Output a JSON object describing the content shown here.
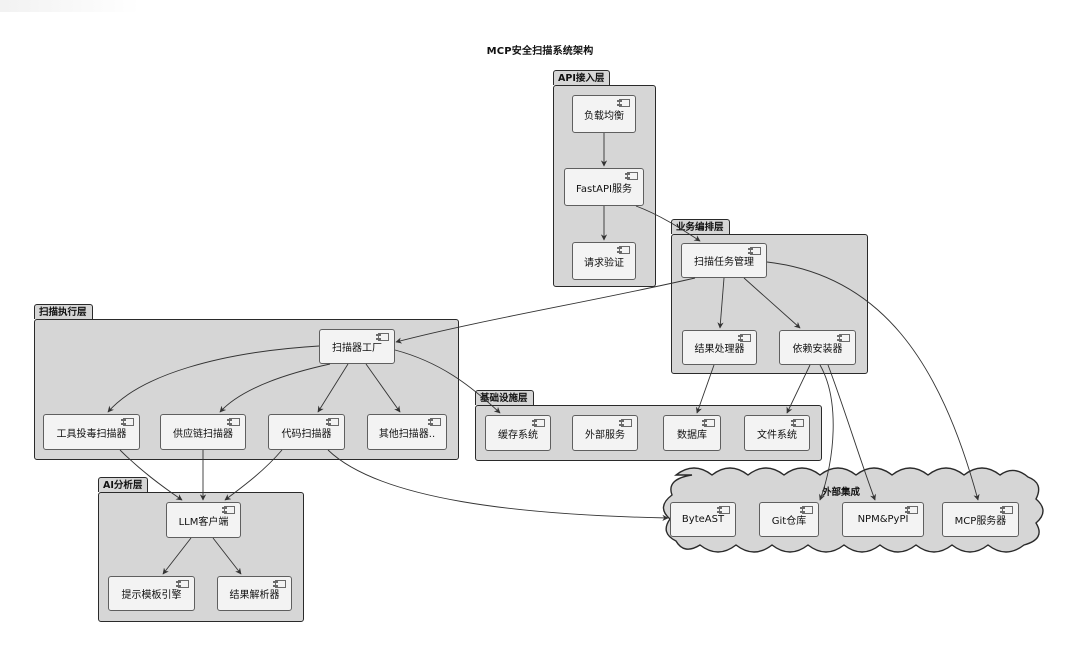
{
  "title": "MCP安全扫描系统架构",
  "packages": {
    "api": {
      "label": "API接入层"
    },
    "biz": {
      "label": "业务编排层"
    },
    "scan": {
      "label": "扫描执行层"
    },
    "infra": {
      "label": "基础设施层"
    },
    "ai": {
      "label": "AI分析层"
    },
    "ext": {
      "label": "外部集成"
    }
  },
  "components": {
    "lb": "负载均衡",
    "fastapi": "FastAPI服务",
    "auth": "请求验证",
    "taskmgr": "扫描任务管理",
    "result": "结果处理器",
    "dep": "依赖安装器",
    "factory": "扫描器工厂",
    "toolpoison": "工具投毒扫描器",
    "supply": "供应链扫描器",
    "code": "代码扫描器",
    "other": "其他扫描器..",
    "cache": "缓存系统",
    "extsvc": "外部服务",
    "db": "数据库",
    "fs": "文件系统",
    "llm": "LLM客户端",
    "prompt": "提示模板引擎",
    "parser": "结果解析器",
    "byteast": "ByteAST",
    "git": "Git仓库",
    "npm": "NPM&PyPI",
    "mcp": "MCP服务器"
  }
}
